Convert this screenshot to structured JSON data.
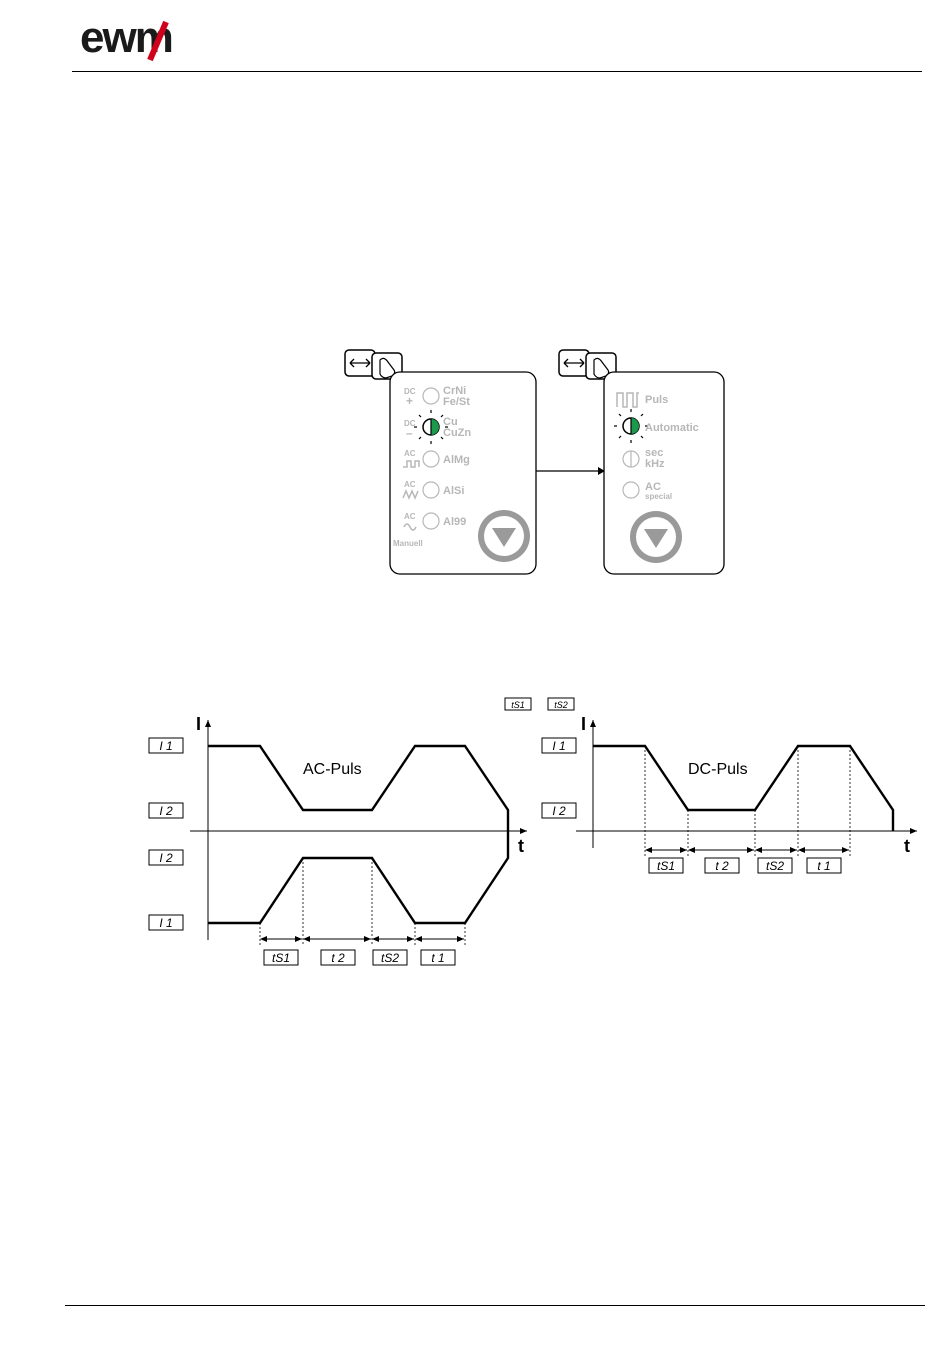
{
  "brand": {
    "name": "ewm",
    "accent": "#d0021b"
  },
  "panel_left": {
    "items": [
      {
        "top": "DC",
        "sign": "+",
        "label1": "CrNi",
        "label2": "Fe/St",
        "active": false
      },
      {
        "top": "DC",
        "sign": "–",
        "label1": "Cu",
        "label2": "CuZn",
        "active": true
      },
      {
        "top": "AC",
        "sign": "",
        "label1": "AlMg",
        "label2": "",
        "active": false
      },
      {
        "top": "AC",
        "sign": "",
        "label1": "AlSi",
        "label2": "",
        "active": false
      },
      {
        "top": "AC",
        "sign": "",
        "label1": "Al99",
        "label2": "",
        "active": false
      }
    ],
    "bottom_label": "Manuell"
  },
  "panel_right": {
    "items": [
      {
        "label1": "Puls",
        "label2": "",
        "active": false
      },
      {
        "label1": "Automatic",
        "label2": "",
        "active": true
      },
      {
        "label1": "sec",
        "label2": "kHz",
        "active": false
      },
      {
        "label1": "AC",
        "label2": "special",
        "active": false
      }
    ]
  },
  "displays": {
    "ts1": "tS1",
    "ts2": "tS2",
    "t2": "t 2",
    "t1": "t 1",
    "i1": "I 1",
    "i2": "I 2"
  },
  "diagram_ac": {
    "title": "AC-Puls",
    "y_axis": "I",
    "x_axis": "t"
  },
  "diagram_dc": {
    "title": "DC-Puls",
    "y_axis": "I",
    "x_axis": "t"
  },
  "colors": {
    "led_active": "#1a9a4a",
    "panel_grey": "#b7b7b7",
    "button_grey": "#9a9a9a"
  }
}
